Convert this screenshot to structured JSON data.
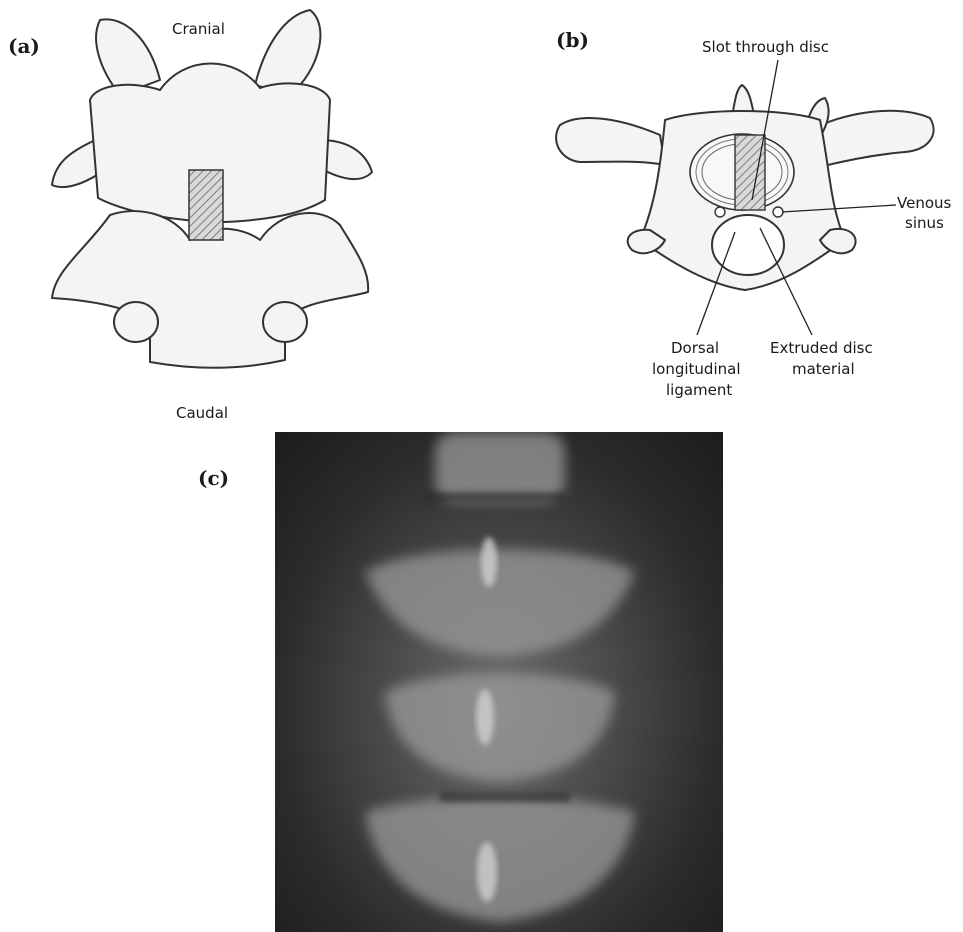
{
  "panels": {
    "a": {
      "letter": "(a)",
      "top_label": "Cranial",
      "bottom_label": "Caudal"
    },
    "b": {
      "letter": "(b)",
      "labels": {
        "slot": "Slot through disc",
        "venous_1": "Venous",
        "venous_2": "sinus",
        "dorsal_1": "Dorsal",
        "dorsal_2": "longitudinal",
        "dorsal_3": "ligament",
        "extruded_1": "Extruded disc",
        "extruded_2": "material"
      }
    },
    "c": {
      "letter": "(c)"
    }
  }
}
